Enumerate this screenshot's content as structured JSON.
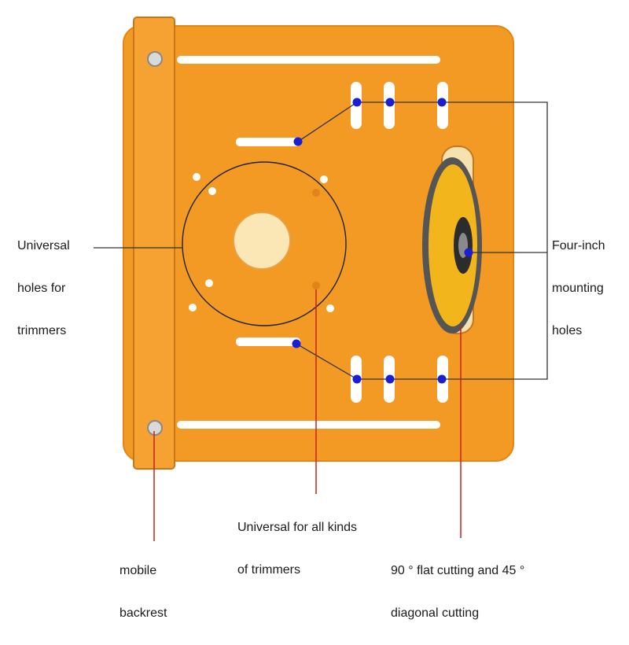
{
  "colors": {
    "plate": "#f39a24",
    "plate_edge": "#e38614",
    "backrest": "#f5a233",
    "backrest_edge": "#c9761a",
    "callout_marker": "#1a1fd6",
    "callout_line": "#333333",
    "red_line": "#cc1f1f",
    "blade_yellow": "#f2b51c",
    "blade_teeth": "#555555"
  },
  "labels": {
    "universal_holes": [
      "Universal",
      "holes for",
      "trimmers"
    ],
    "four_inch": [
      "Four-inch",
      "mounting",
      "holes"
    ],
    "universal_all": [
      "Universal for all kinds",
      "of trimmers"
    ],
    "mobile_backrest": [
      "mobile",
      "backrest"
    ],
    "flat_cutting": [
      "90 ° flat cutting and 45 °",
      "diagonal cutting"
    ]
  }
}
